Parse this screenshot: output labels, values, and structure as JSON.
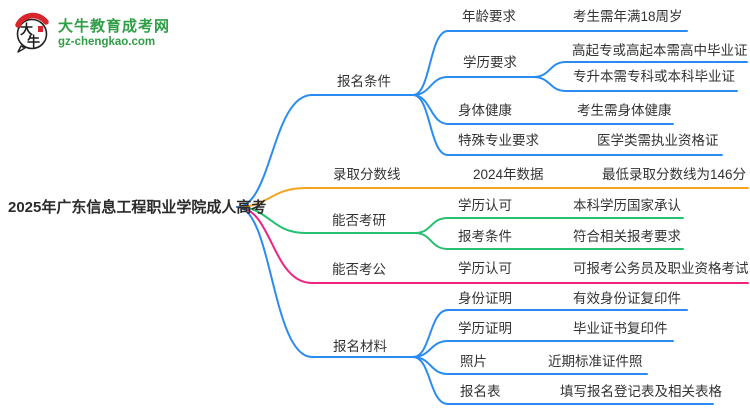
{
  "logo": {
    "title": "大牛教育成考网",
    "domain": "gz-chengkao.com",
    "icon_char_1": "大",
    "icon_char_2": "牛"
  },
  "main_topic": "2025年广东信息工程职业学院成人高考",
  "colors": {
    "blue": "#2a8cf2",
    "orange": "#f6a41f",
    "green": "#25c16f",
    "pink": "#f0237f",
    "text": "#333333",
    "logo_green": "#2f9e46",
    "logo_red": "#d7262c"
  },
  "branches": [
    {
      "label": "报名条件",
      "color": "#2a8cf2",
      "children": [
        {
          "label": "年龄要求",
          "leaves": [
            "考生需年满18周岁"
          ]
        },
        {
          "label": "学历要求",
          "leaves": [
            "高起专或高起本需高中毕业证",
            "专升本需专科或本科毕业证"
          ]
        },
        {
          "label": "身体健康",
          "leaves": [
            "考生需身体健康"
          ]
        },
        {
          "label": "特殊专业要求",
          "leaves": [
            "医学类需执业资格证"
          ]
        }
      ]
    },
    {
      "label": "录取分数线",
      "color": "#f6a41f",
      "children": [
        {
          "label": "2024年数据",
          "leaves": [
            "最低录取分数线为146分"
          ]
        }
      ]
    },
    {
      "label": "能否考研",
      "color": "#25c16f",
      "children": [
        {
          "label": "学历认可",
          "leaves": [
            "本科学历国家承认"
          ]
        },
        {
          "label": "报考条件",
          "leaves": [
            "符合相关报考要求"
          ]
        }
      ]
    },
    {
      "label": "能否考公",
      "color": "#f0237f",
      "children": [
        {
          "label": "学历认可",
          "leaves": [
            "可报考公务员及职业资格考试"
          ]
        }
      ]
    },
    {
      "label": "报名材料",
      "color": "#2a8cf2",
      "children": [
        {
          "label": "身份证明",
          "leaves": [
            "有效身份证复印件"
          ]
        },
        {
          "label": "学历证明",
          "leaves": [
            "毕业证书复印件"
          ]
        },
        {
          "label": "照片",
          "leaves": [
            "近期标准证件照"
          ]
        },
        {
          "label": "报名表",
          "leaves": [
            "填写报名登记表及相关表格"
          ]
        }
      ]
    }
  ]
}
